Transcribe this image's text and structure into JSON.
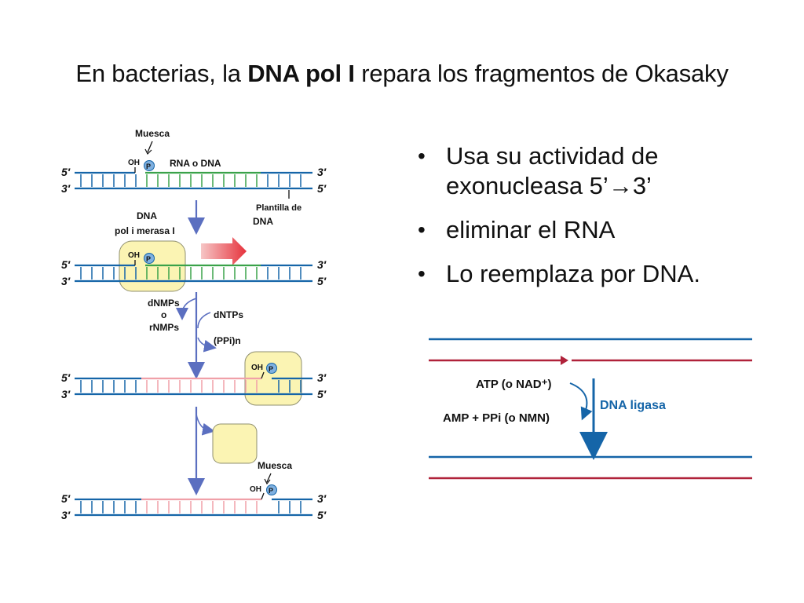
{
  "title": {
    "prefix": "En bacterias, la ",
    "bold": "DNA pol I",
    "suffix": " repara los fragmentos de Okasaky"
  },
  "bullets": [
    {
      "text": "Usa su actividad de exonucleasa 5’→3’"
    },
    {
      "text": "eliminar el RNA"
    },
    {
      "text": "Lo reemplaza por DNA."
    }
  ],
  "left_figure": {
    "muesca_top": "Muesca",
    "muesca_bottom": "Muesca",
    "oh": "OH",
    "p": "P",
    "rna_o_dna": "RNA o  DNA",
    "plantilla_line1": "Plantilla de",
    "plantilla_line2": "DNA",
    "enzyme_line1": "DNA",
    "enzyme_line2": "pol i merasa I",
    "dnmps_line1": "dNMPs",
    "dnmps_line2": "o",
    "dnmps_line3": "rNMPs",
    "dntps": "dNTPs",
    "ppi": "(PPi)n",
    "five_prime": "5′",
    "three_prime": "3′"
  },
  "right_figure": {
    "atp": "ATP (o  NAD⁺)",
    "amp": "AMP + PPi (o  NMN)",
    "enzyme": "DNA ligasa"
  },
  "colors": {
    "strand_blue": "#1565a8",
    "strand_red": "#b0223a",
    "rna_green": "#3aa24a",
    "new_pink": "#f0a0a8",
    "enzyme_yellow": "#fbf4b3",
    "arrow_slate": "#5b6fc0",
    "phosphate_blue": "#7fb0e0",
    "big_arrow_red": "#e6323c"
  }
}
